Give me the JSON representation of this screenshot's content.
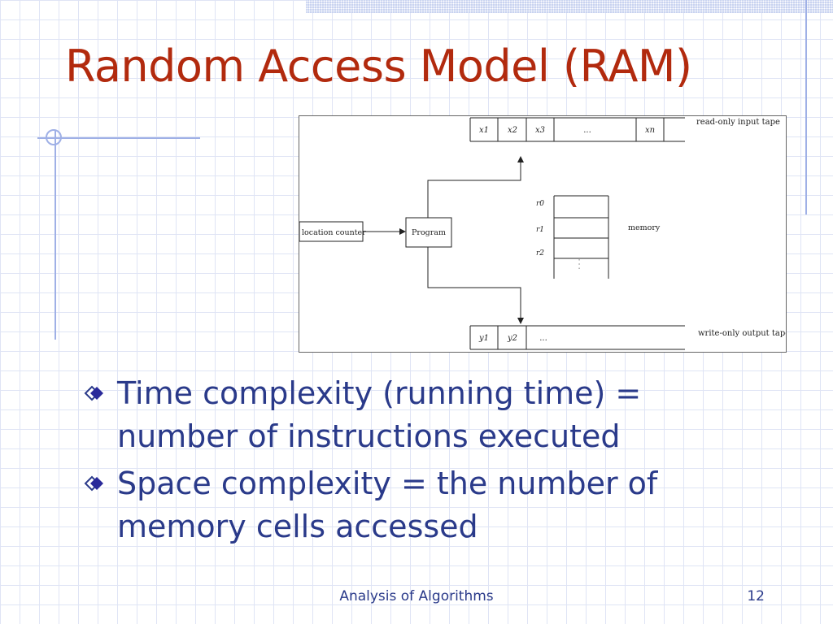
{
  "slide": {
    "title": "Random Access Model (RAM)",
    "footer_center": "Analysis of Algorithms",
    "page_number": "12"
  },
  "diagram": {
    "input_tape_label": "read-only input tape",
    "input_cells": [
      "x1",
      "x2",
      "x3",
      "...",
      "xn"
    ],
    "output_tape_label": "write-only output tape",
    "output_cells": [
      "y1",
      "y2",
      "..."
    ],
    "location_counter_label": "location counter",
    "program_label": "Program",
    "memory_label": "memory",
    "registers": [
      "r0",
      "r1",
      "r2"
    ],
    "vertical_ellipsis": ". . ."
  },
  "bullets": [
    {
      "line1": "Time complexity (running time) =",
      "line2": "number of instructions executed"
    },
    {
      "line1": "Space complexity = the number of",
      "line2": "memory cells accessed"
    }
  ],
  "colors": {
    "title": "#b22a0e",
    "body_text": "#2a3a8a",
    "grid": "#dfe4f5",
    "accent_lines": "#9fb0e6"
  },
  "icons": {
    "bullet": "diamond-bullet-icon"
  }
}
